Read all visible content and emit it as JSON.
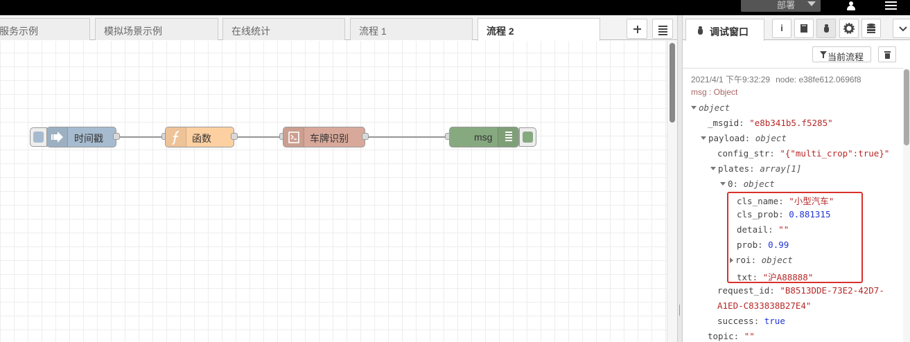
{
  "header": {
    "user_label": "部署"
  },
  "workspace": {
    "tabs": [
      {
        "label": "服务示例"
      },
      {
        "label": "模拟场景示例"
      },
      {
        "label": "在线统计"
      },
      {
        "label": "流程 1"
      },
      {
        "label": "流程 2"
      }
    ],
    "active_tab": "流程 2"
  },
  "flow": {
    "nodes": [
      {
        "label": "时间戳",
        "color": "#a6bbcf"
      },
      {
        "label": "函数",
        "color": "#fdd0a2"
      },
      {
        "label": "车牌识别",
        "color": "#d8a99a"
      },
      {
        "label": "msg",
        "color": "#87a980"
      }
    ]
  },
  "sidebar": {
    "tab_label": "调试窗口",
    "info_icon_glyph": "i",
    "filter_label": "当前流程"
  },
  "debug": {
    "timestamp": "2021/4/1 下午9:32:29",
    "node": "node: e38fe612.0696f8",
    "msg_type": "msg : Object",
    "lines": [
      {
        "indent": 0,
        "toggle": "open",
        "key": "",
        "val": "object",
        "kind": "type"
      },
      {
        "indent": 1,
        "toggle": "",
        "key": "_msgid",
        "val": "\"e8b341b5.f5285\"",
        "kind": "str"
      },
      {
        "indent": 1,
        "toggle": "open",
        "key": "payload",
        "val": "object",
        "kind": "type"
      },
      {
        "indent": 2,
        "toggle": "",
        "key": "config_str",
        "val": "\"{\"multi_crop\":true}\"",
        "kind": "str"
      },
      {
        "indent": 2,
        "toggle": "open",
        "key": "plates",
        "val": "array[1]",
        "kind": "type"
      },
      {
        "indent": 3,
        "toggle": "open",
        "key": "0",
        "val": "object",
        "kind": "type"
      },
      {
        "indent": 4,
        "toggle": "",
        "key": "cls_name",
        "val": "\"小型汽车\"",
        "kind": "str"
      },
      {
        "indent": 4,
        "toggle": "",
        "key": "cls_prob",
        "val": "0.881315",
        "kind": "num"
      },
      {
        "indent": 4,
        "toggle": "",
        "key": "detail",
        "val": "\"\"",
        "kind": "str"
      },
      {
        "indent": 4,
        "toggle": "",
        "key": "prob",
        "val": "0.99",
        "kind": "num"
      },
      {
        "indent": 4,
        "toggle": "closed",
        "key": "roi",
        "val": "object",
        "kind": "type"
      },
      {
        "indent": 4,
        "toggle": "",
        "key": "txt",
        "val": "\"沪A88888\"",
        "kind": "str"
      },
      {
        "indent": 2,
        "toggle": "",
        "key": "request_id",
        "val": "\"B8513DDE-73E2-42D7-",
        "kind": "str"
      },
      {
        "indent": 2,
        "toggle": "",
        "key": "",
        "val": "A1ED-C833838B27E4\"",
        "kind": "str"
      },
      {
        "indent": 2,
        "toggle": "",
        "key": "success",
        "val": "true",
        "kind": "num"
      },
      {
        "indent": 1,
        "toggle": "",
        "key": "topic",
        "val": "\"\"",
        "kind": "str"
      }
    ]
  },
  "colors": {
    "highlight": "#d9302c",
    "key": "#792e9e",
    "string": "#b72828",
    "number": "#2033d6"
  }
}
